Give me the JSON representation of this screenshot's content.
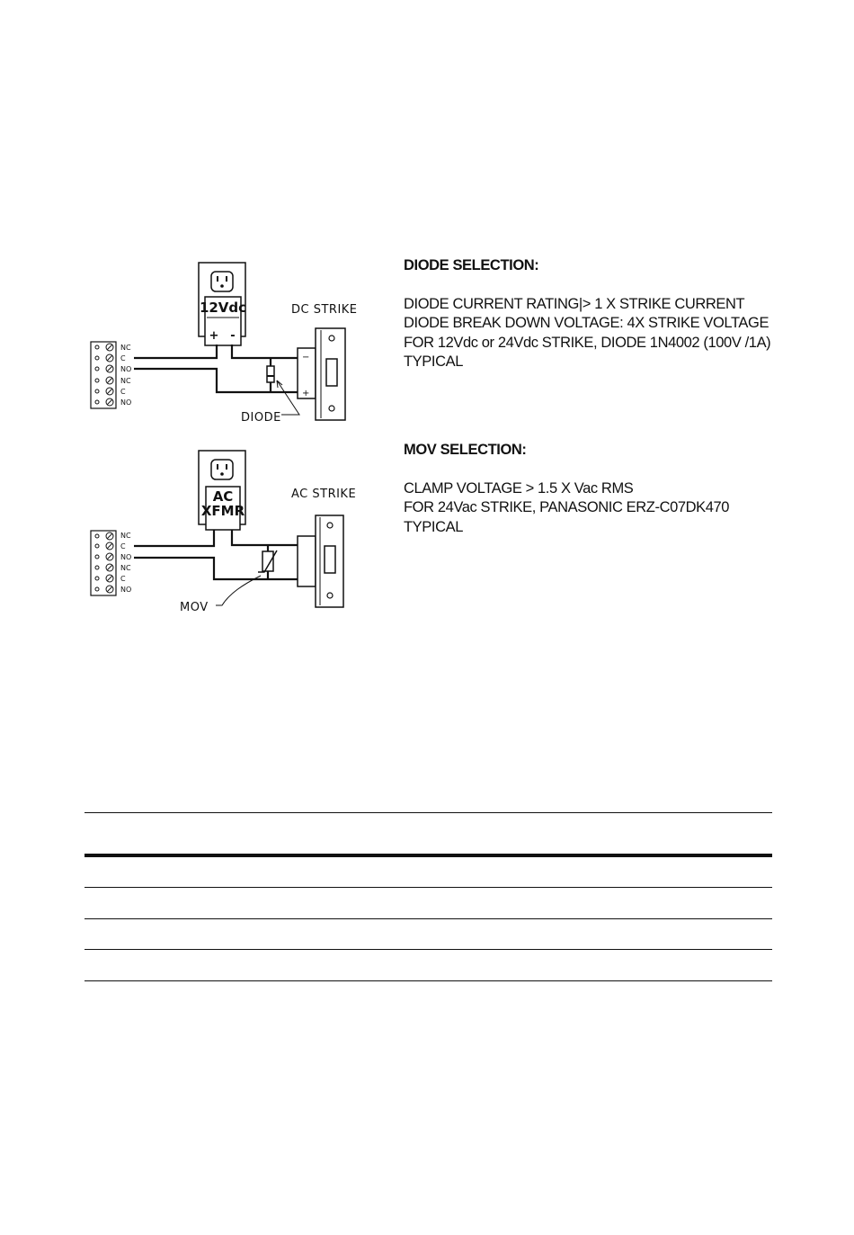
{
  "dc_diagram": {
    "title": "DC STRIKE",
    "supply_label": "12Vdc",
    "plus": "+",
    "minus": "-",
    "strike_minus": "−",
    "strike_plus": "+",
    "component_label": "DIODE",
    "terminals": [
      "NC",
      "C",
      "NO",
      "NC",
      "C",
      "NO"
    ]
  },
  "ac_diagram": {
    "title": "AC STRIKE",
    "supply_line1": "AC",
    "supply_line2": "XFMR",
    "component_label": "MOV",
    "terminals": [
      "NC",
      "C",
      "NO",
      "NC",
      "C",
      "NO"
    ]
  },
  "diode_selection": {
    "heading": "DIODE SELECTION:",
    "lines": [
      "DIODE CURRENT RATING|> 1 X STRIKE CURRENT",
      "DIODE BREAK DOWN VOLTAGE: 4X STRIKE VOLTAGE",
      "FOR 12Vdc or 24Vdc STRIKE, DIODE 1N4002 (100V /1A)",
      "TYPICAL"
    ]
  },
  "mov_selection": {
    "heading": "MOV SELECTION:",
    "lines": [
      "CLAMP VOLTAGE > 1.5 X Vac RMS",
      "FOR 24Vac STRIKE, PANASONIC ERZ-C07DK470",
      "TYPICAL"
    ]
  }
}
